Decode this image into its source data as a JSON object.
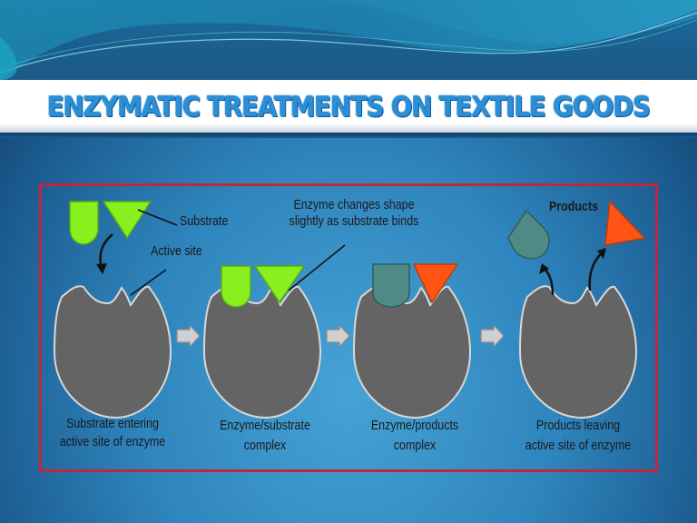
{
  "slide": {
    "title": "ENZYMATIC TREATMENTS ON TEXTILE GOODS",
    "colors": {
      "title_text": "#2a8fd6",
      "frame_border": "#c0283a",
      "enzyme": "#646464",
      "substrate": "#88f01e",
      "product_teal": "#4f8a86",
      "product_orange": "#ff5414",
      "background": "#2f85bd"
    }
  },
  "diagram": {
    "callouts": {
      "substrate": "Substrate",
      "active_site": "Active site",
      "shape_change_line1": "Enzyme changes shape",
      "shape_change_line2": "slightly as substrate binds",
      "products": "Products"
    },
    "stages": [
      {
        "line1": "Substrate entering",
        "line2": "active site of enzyme"
      },
      {
        "line1": "Enzyme/substrate",
        "line2": "complex"
      },
      {
        "line1": "Enzyme/products",
        "line2": "complex"
      },
      {
        "line1": "Products leaving",
        "line2": "active site of enzyme"
      }
    ]
  }
}
